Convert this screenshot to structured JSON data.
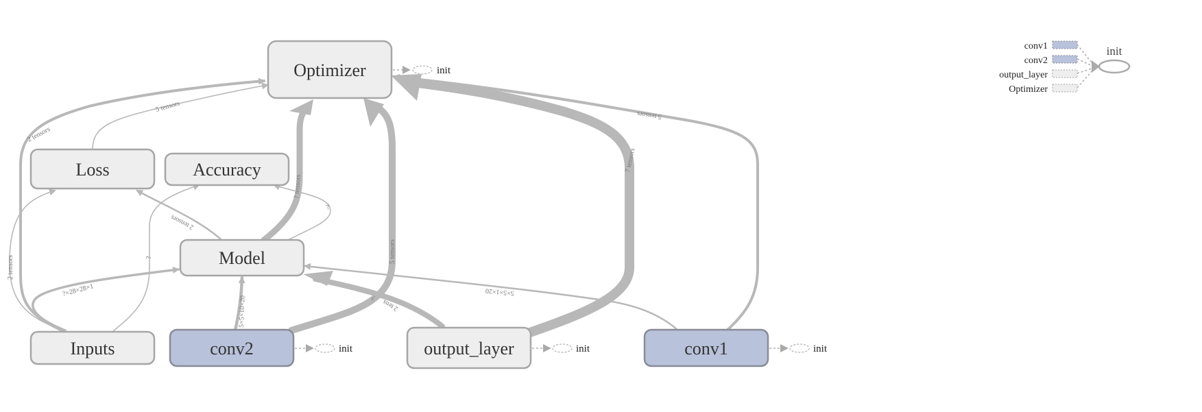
{
  "nodes": {
    "optimizer": "Optimizer",
    "loss": "Loss",
    "accuracy": "Accuracy",
    "model": "Model",
    "inputs": "Inputs",
    "conv2": "conv2",
    "output_layer": "output_layer",
    "conv1": "conv1"
  },
  "init_labels": {
    "optimizer": "init",
    "conv2": "init",
    "output_layer": "init",
    "conv1": "init"
  },
  "edge_labels": {
    "inputs_to_optimizer": "2 tensors",
    "loss_to_optimizer": "5 tensors",
    "conv1_to_optimizer": "5 tensors",
    "output_layer_to_optimizer": "7 tensors",
    "model_to_optimizer": "? tensors",
    "conv2_to_optimizer": "5 tensors",
    "inputs_to_loss": "2 tensors",
    "model_to_loss": "2 tensors",
    "model_to_accuracy": "?",
    "inputs_to_accuracy": "?",
    "inputs_to_model": "?×28×28×1",
    "conv2_to_model": "5×5×10×20",
    "output_layer_to_model": "2 tens",
    "output_layer_to_model_dims": "?",
    "conv1_to_model": "5×5×1×20"
  },
  "legend": {
    "title": "init",
    "items": [
      "conv1",
      "conv2",
      "output_layer",
      "Optimizer"
    ]
  },
  "colors": {
    "node_fill": "#eeeeee",
    "node_stroke": "#a6a6a6",
    "highlight_fill": "#b8c2da",
    "highlight_stroke": "#888c98",
    "edge": "#b8b8b8"
  }
}
